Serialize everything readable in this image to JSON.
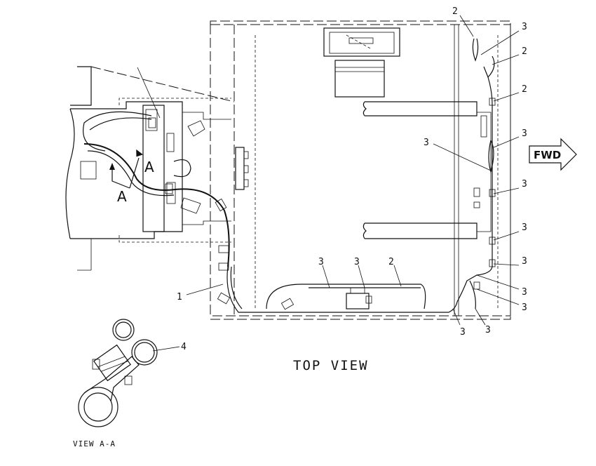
{
  "view_titles": {
    "top_view": "TOP VIEW",
    "section_view": "VIEW A-A"
  },
  "direction_arrow": {
    "label": "FWD",
    "icon": "forward-arrow-icon"
  },
  "section_markers": [
    "A",
    "A"
  ],
  "callouts": [
    {
      "id": "c-top-2",
      "num": "2"
    },
    {
      "id": "c-right-3a",
      "num": "3"
    },
    {
      "id": "c-right-2a",
      "num": "2"
    },
    {
      "id": "c-right-2b",
      "num": "2"
    },
    {
      "id": "c-right-3b",
      "num": "3"
    },
    {
      "id": "c-mid-3",
      "num": "3"
    },
    {
      "id": "c-right-3c",
      "num": "3"
    },
    {
      "id": "c-right-3d",
      "num": "3"
    },
    {
      "id": "c-right-3e",
      "num": "3"
    },
    {
      "id": "c-right-3f",
      "num": "3"
    },
    {
      "id": "c-right-3g",
      "num": "3"
    },
    {
      "id": "c-bot-3a",
      "num": "3"
    },
    {
      "id": "c-bot-3b",
      "num": "3"
    },
    {
      "id": "c-bot-3c",
      "num": "3"
    },
    {
      "id": "c-bot-3d",
      "num": "3"
    },
    {
      "id": "c-bot-2",
      "num": "2"
    },
    {
      "id": "c-left-1",
      "num": "1"
    },
    {
      "id": "c-view-4",
      "num": "4"
    }
  ]
}
